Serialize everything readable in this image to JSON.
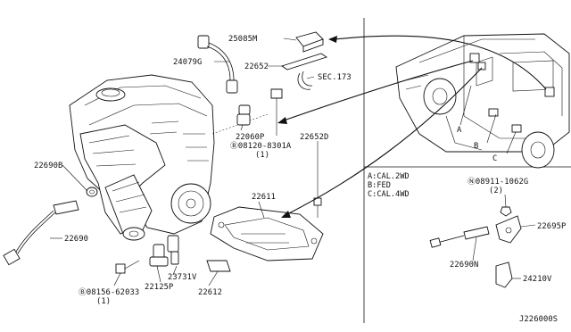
{
  "parts": {
    "p25085M": "25085M",
    "p24079G": "24079G",
    "p22652": "22652",
    "sec173": "SEC.173",
    "p22060P": "22060P",
    "bolt1": "Ⓑ08120-8301A",
    "bolt1_qty": "(1)",
    "p22652D": "22652D",
    "p22690B": "22690B",
    "p22611": "22611",
    "p22690": "22690",
    "p23731V": "23731V",
    "p22125P": "22125P",
    "p22612": "22612",
    "bolt2": "Ⓑ08156-62033",
    "bolt2_qty": "(1)",
    "nut": "Ⓝ08911-1062G",
    "nut_qty": "(2)",
    "p22695P": "22695P",
    "p22690N": "22690N",
    "p24210V": "24210V",
    "diagram_code": "J226000S"
  },
  "truck_callouts": {
    "a": "A",
    "b": "B",
    "c": "C"
  },
  "legend": [
    {
      "letter": "A",
      "text": "A:CAL.2WD"
    },
    {
      "letter": "B",
      "text": "B:FED"
    },
    {
      "letter": "C",
      "text": "C:CAL.4WD"
    }
  ]
}
